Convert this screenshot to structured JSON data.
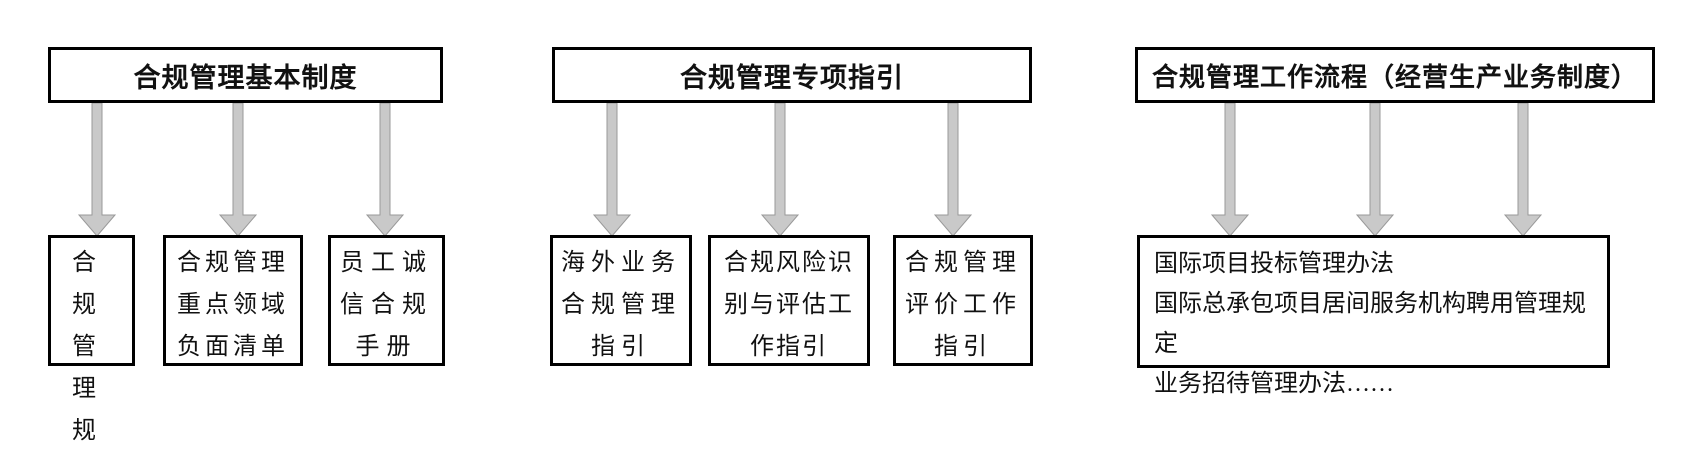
{
  "colors": {
    "canvas_bg": "#ffffff",
    "box_border": "#000000",
    "arrow_fill": "#c9c9c9",
    "arrow_stroke": "#999999",
    "text_color": "#111111"
  },
  "sections": [
    {
      "id": "basic-systems",
      "header": "合规管理基本制度",
      "children": [
        {
          "text": "合规\n管理\n规定"
        },
        {
          "text": "合规管理\n重点领域\n负面清单"
        },
        {
          "text": "员工诚\n信合规\n手册"
        }
      ]
    },
    {
      "id": "special-guidelines",
      "header": "合规管理专项指引",
      "children": [
        {
          "text": "海外业务\n合规管理\n指引"
        },
        {
          "text": "合规风险识\n别与评估工\n作指引"
        },
        {
          "text": "合规管理\n评价工作\n指引"
        }
      ]
    },
    {
      "id": "work-process",
      "header": "合规管理工作流程（经营生产业务制度）",
      "children": [
        {
          "text": "国际项目投标管理办法\n国际总承包项目居间服务机构聘用管理规定\n业务招待管理办法……"
        }
      ]
    }
  ]
}
